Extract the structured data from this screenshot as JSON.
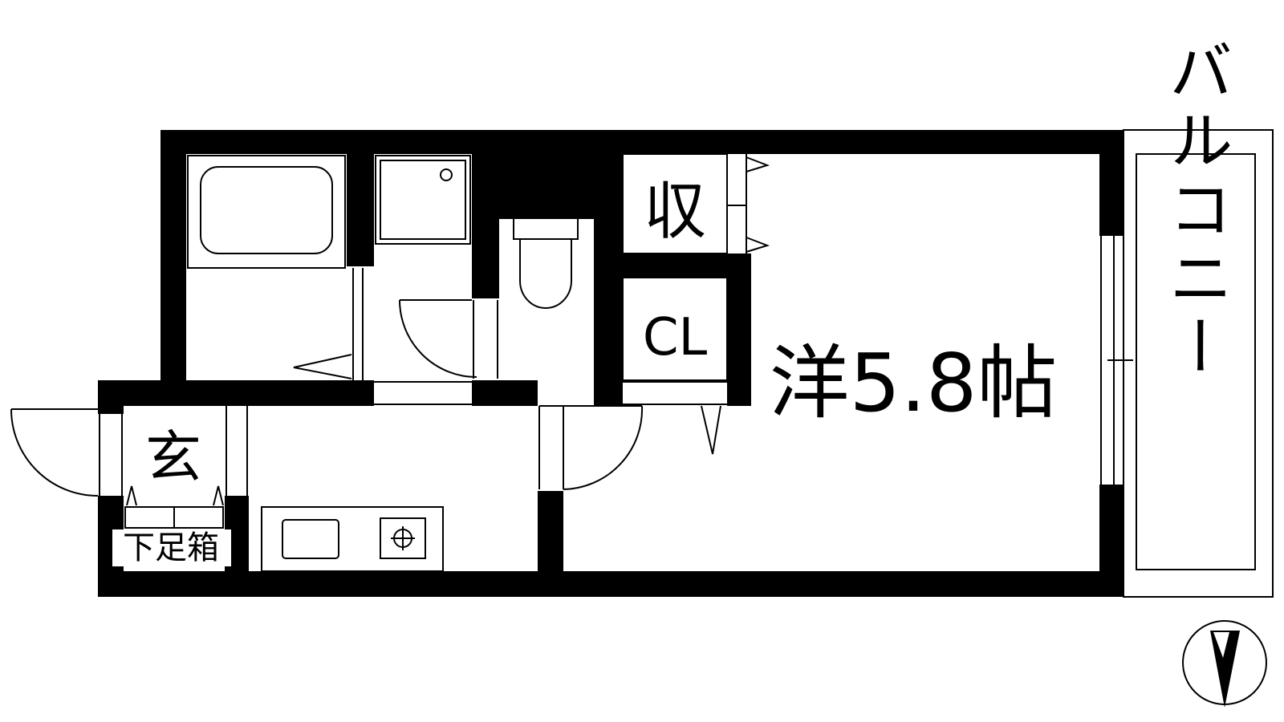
{
  "floorplan": {
    "rooms": {
      "western_room": "洋5.8帖",
      "storage": "収",
      "closet": "CL",
      "entrance": "玄",
      "shoe_box": "下足箱",
      "balcony": "バルコニー"
    }
  },
  "colors": {
    "wall": "#000000",
    "line": "#000000",
    "background": "#ffffff"
  },
  "icons": [
    "north-arrow-icon",
    "toilet-icon",
    "bathtub-icon",
    "washing-machine-icon",
    "stove-icon",
    "sink-icon"
  ]
}
